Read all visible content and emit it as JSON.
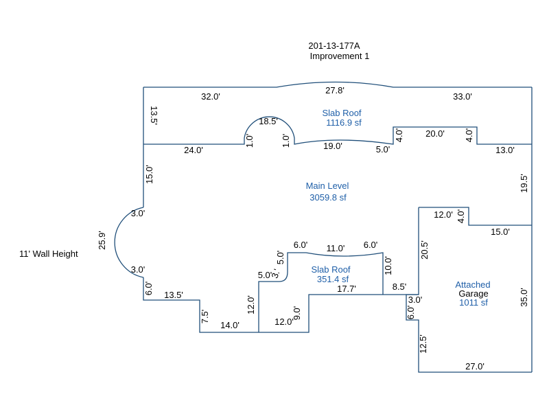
{
  "header": {
    "parcel_id": "201-13-177A",
    "improvement": "Improvement 1"
  },
  "wall_height_note": "11' Wall Height",
  "colors": {
    "walls": "#1f4e79",
    "area_labels": "#1f5fa8",
    "dimension_text": "#000000"
  },
  "areas": {
    "slab_roof_top": {
      "name": "Slab Roof",
      "area": "1116.9 sf"
    },
    "main_level": {
      "name": "Main Level",
      "area": "3059.8 sf"
    },
    "slab_roof_lower": {
      "name": "Slab Roof",
      "area": "351.4 sf"
    },
    "garage": {
      "name1": "Attached",
      "name2": "Garage",
      "area": "1011 sf"
    }
  },
  "dimensions": {
    "top_left": "32.0'",
    "top_arc": "27.8'",
    "top_right": "33.0'",
    "left_upper": "13.5'",
    "bay_arc": "18.5'",
    "bay_left": "1.0'",
    "bay_right": "1.0'",
    "roof_base_left": "24.0'",
    "roof_base_mid": "19.0'",
    "roof_step": "5.0'",
    "bump_left": "4.0'",
    "bump_top": "20.0'",
    "bump_right": "4.0'",
    "roof_base_right": "13.0'",
    "left_main": "15.0'",
    "right_main": "19.5'",
    "curve_top": "3.0'",
    "curve_arc": "25.9'",
    "curve_bottom": "3.0'",
    "left_lower": "6.0'",
    "bottom_13_5": "13.5'",
    "step_7_5": "7.5'",
    "bottom_14": "14.0'",
    "slab_left": "12.0'",
    "slab_bottom": "12.0'",
    "slab_step": "9.0'",
    "slab_mid": "17.7'",
    "slab_small": "5.0'",
    "slab_angle": "3.'",
    "slab_diag": "5.0'",
    "slab_top_left": "6.0'",
    "slab_top_arc": "11.0'",
    "slab_top_right": "6.0'",
    "slab_right": "10.0'",
    "slab_right_bottom": "8.5'",
    "garage_notch_top": "12.0'",
    "garage_notch_side": "4.0'",
    "garage_notch_bottom": "15.0'",
    "garage_left_upper": "20.5'",
    "garage_right": "35.0'",
    "garage_step_top": "3.0'",
    "garage_step_side": "6.0'",
    "garage_left_lower": "12.5'",
    "garage_bottom": "27.0'"
  }
}
